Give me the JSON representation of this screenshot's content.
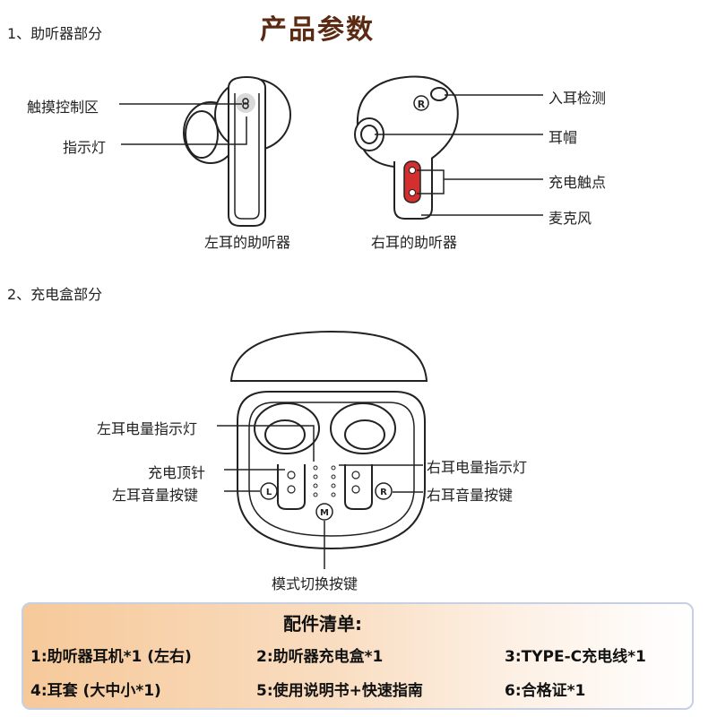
{
  "title": "产品参数",
  "section1": {
    "label": "1、助听器部分"
  },
  "section2": {
    "label": "2、充电盒部分"
  },
  "earbuds": {
    "left_labels": [
      "触摸控制区",
      "指示灯"
    ],
    "right_labels": [
      "入耳检测",
      "耳帽",
      "充电触点",
      "麦克风"
    ],
    "left_caption": "左耳的助听器",
    "right_caption": "右耳的助听器",
    "r_mark": "R"
  },
  "case": {
    "labels_left": [
      "左耳电量指示灯",
      "充电顶针",
      "左耳音量按键"
    ],
    "labels_right": [
      "右耳电量指示灯",
      "右耳音量按键"
    ],
    "label_bottom": "模式切换按键",
    "button_left": "L",
    "button_right": "R",
    "button_mode": "M"
  },
  "accessories": {
    "title": "配件清单:",
    "items": [
      "1:助听器耳机*1 (左右)",
      "2:助听器充电盒*1",
      "3:TYPE-C充电线*1",
      "4:耳套 (大中小*1)",
      "5:使用说明书+快速指南",
      "6:合格证*1"
    ]
  },
  "colors": {
    "title": "#5a2a12",
    "contact_red": "#d32f2f",
    "box_gradient_start": "#f6c99a"
  }
}
